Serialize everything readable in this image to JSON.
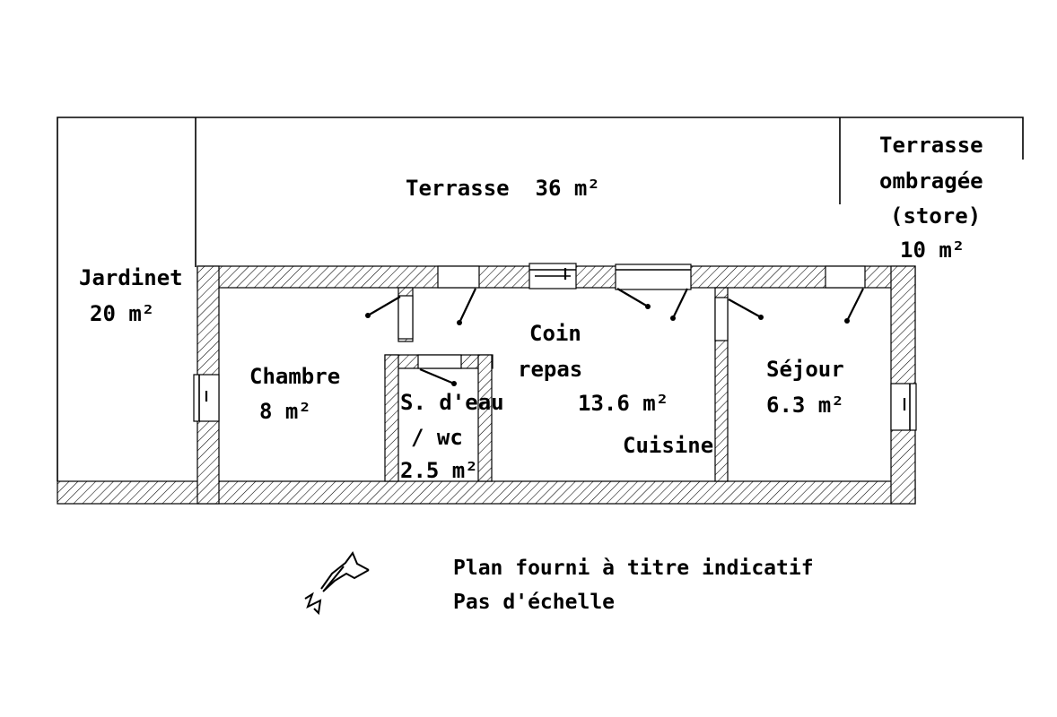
{
  "labels": {
    "terrasse_main": "Terrasse  36 m²",
    "terrasse_ombragee_line1": "Terrasse",
    "terrasse_ombragee_line2": "ombragée",
    "terrasse_ombragee_line3": "(store)",
    "terrasse_ombragee_line4": "10 m²",
    "jardinet_line1": "Jardinet",
    "jardinet_line2": "20 m²",
    "chambre_line1": "Chambre",
    "chambre_line2": "8 m²",
    "sdeau_line1": "S. d'eau",
    "sdeau_line2": "/ wc",
    "sdeau_line3": "2.5 m²",
    "coin_line1": "Coin",
    "coin_line2": "repas",
    "coin_line3": "13.6 m²",
    "cuisine": "Cuisine",
    "sejour_line1": "Séjour",
    "sejour_line2": "6.3 m²"
  },
  "notes": {
    "line1": "Plan fourni à titre indicatif",
    "line2": "Pas d'échelle"
  },
  "colors": {
    "line": "#000000",
    "background": "#ffffff"
  },
  "icons": {
    "north_arrow": "north-arrow-icon"
  }
}
